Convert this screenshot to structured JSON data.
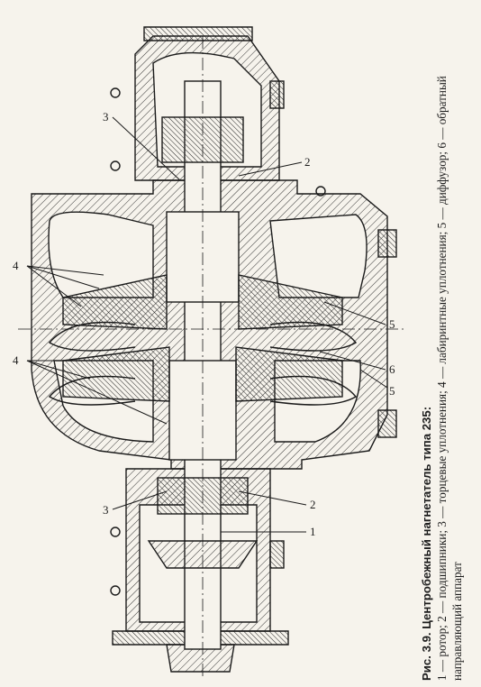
{
  "figure": {
    "caption_title": "Рис. 3.9. Центробежный нагнетатель типа 235:",
    "caption_body": "1 — ротор; 2 — подшипники; 3 — торцевые уплотнения; 4 — лабиринтные уплотнения; 5 — диффузор; 6 — обратный направляющий аппарат",
    "callouts": {
      "rotor": "1",
      "bearing_bottom": "2",
      "bearing_top": "2",
      "face_seal_top": "3",
      "face_seal_bottom": "3",
      "labyrinth_upper": "4",
      "labyrinth_lower": "4",
      "diffuser_upper": "5",
      "diffuser_lower": "5",
      "return_guide": "6"
    }
  }
}
